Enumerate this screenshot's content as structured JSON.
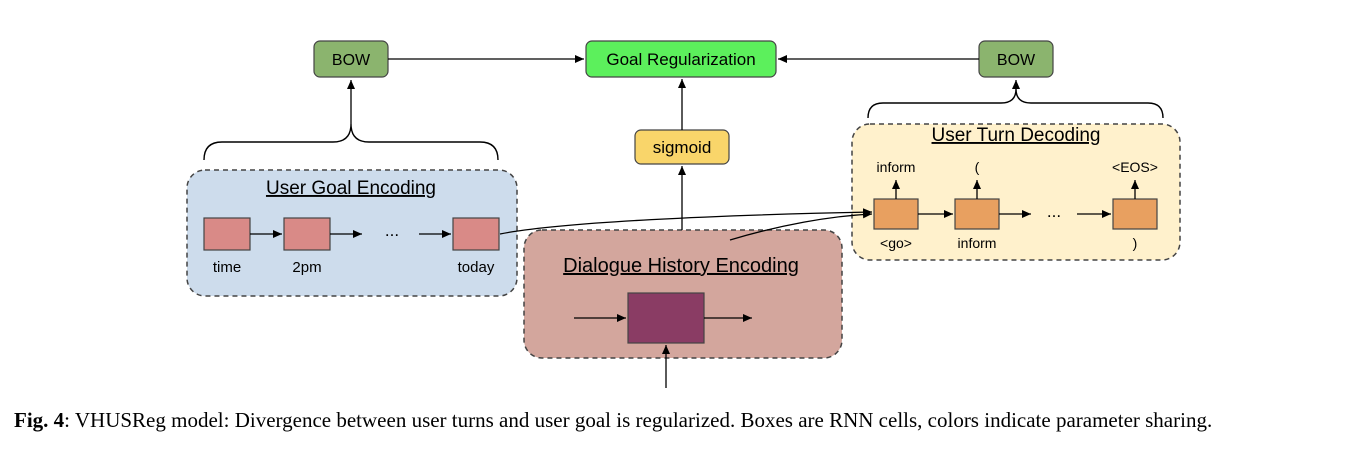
{
  "nodes": {
    "bow_left": "BOW",
    "bow_right": "BOW",
    "goal_regularization": "Goal Regularization",
    "sigmoid": "sigmoid"
  },
  "user_goal_encoding": {
    "title": "User Goal Encoding",
    "ellipsis": "...",
    "tokens": [
      "time",
      "2pm",
      "today"
    ]
  },
  "dialogue_history_encoding": {
    "title": "Dialogue History Encoding"
  },
  "user_turn_decoding": {
    "title": "User Turn Decoding",
    "ellipsis": "...",
    "outputs": [
      "inform",
      "(",
      "<EOS>"
    ],
    "inputs": [
      "<go>",
      "inform",
      ")"
    ]
  },
  "caption": {
    "label": "Fig. 4",
    "text": ": VHUSReg model: Divergence between user turns and user goal is regularized.  Boxes are RNN cells, colors indicate parameter sharing."
  },
  "colors": {
    "bow_green": "#8bb46e",
    "goal_green": "#5cf05c",
    "sigmoid_yellow": "#f9d56a",
    "goal_panel_blue": "#cddcec",
    "history_panel_rose": "#d3a69d",
    "decoding_panel_cream": "#fff1cc",
    "goal_cell_pink": "#d98a87",
    "history_cell_purple": "#8a3c64",
    "decoding_cell_orange": "#e8a060"
  }
}
